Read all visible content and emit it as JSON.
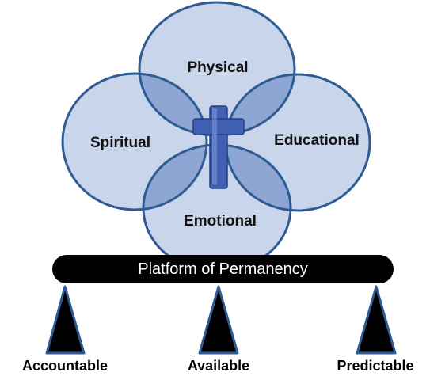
{
  "circles": {
    "top": {
      "label": "Physical"
    },
    "left": {
      "label": "Spiritual"
    },
    "right": {
      "label": "Educational"
    },
    "bottom": {
      "label": "Emotional"
    }
  },
  "center_symbol": {
    "icon": "cross-icon",
    "color": "#3f5fb3"
  },
  "platform": {
    "label": "Platform of Permanency"
  },
  "supports": [
    {
      "label": "Accountable"
    },
    {
      "label": "Available"
    },
    {
      "label": "Predictable"
    }
  ],
  "colors": {
    "circle_fill": "#c9d5ea",
    "circle_stroke": "#2f5b93",
    "overlap_fill": "#8ea6d3",
    "cross": "#3f5fb3",
    "platform": "#000000",
    "support_fill": "#000000",
    "support_stroke": "#2f5b93"
  }
}
